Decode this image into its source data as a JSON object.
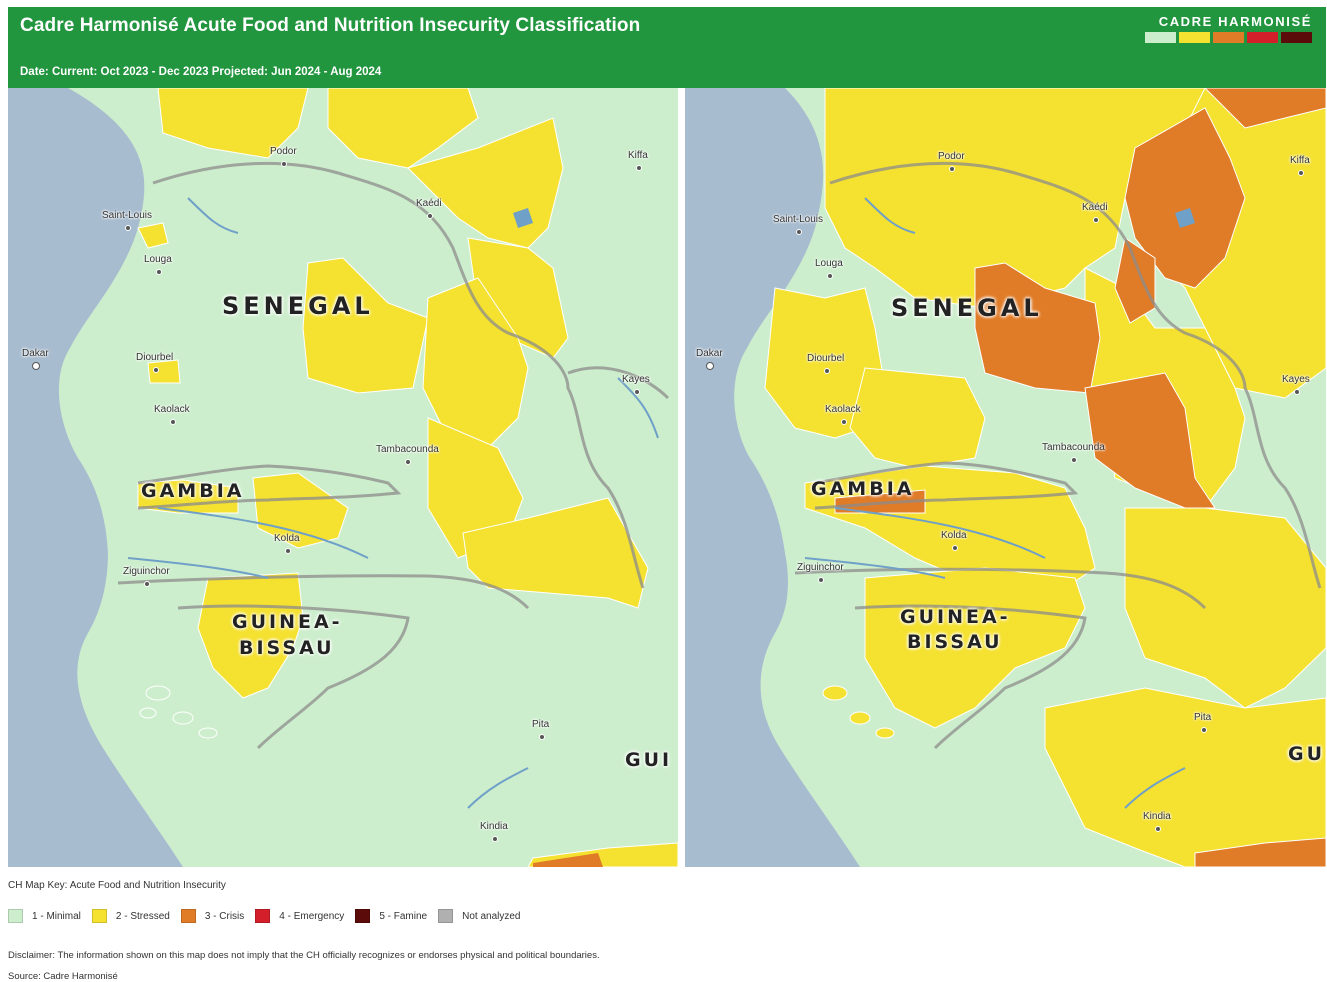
{
  "header": {
    "title": "Cadre Harmonisé Acute Food and Nutrition Insecurity Classification",
    "date": "Date: Current: Oct 2023 - Dec 2023 Projected: Jun 2024 - Aug 2024",
    "logo_text": "CADRE HARMONISÉ",
    "logo_swatch_colors": [
      "#cdeecd",
      "#f5e12f",
      "#e07b27",
      "#d21f2a",
      "#5c0b0b"
    ]
  },
  "maps": {
    "left": {
      "period": "current",
      "countries": [
        "SENEGAL",
        "GAMBIA",
        "GUINEA-",
        "BISSAU",
        "GUI"
      ],
      "cities": [
        "Podor",
        "Kiffa",
        "Kaédi",
        "Saint-Louis",
        "Louga",
        "Dakar",
        "Diourbel",
        "Kayes",
        "Kaolack",
        "Tambacounda",
        "Kolda",
        "Ziguinchor",
        "Pita",
        "Kindia"
      ]
    },
    "right": {
      "period": "projected",
      "countries": [
        "SENEGAL",
        "GAMBIA",
        "GUINEA-",
        "BISSAU",
        "GU"
      ],
      "cities": [
        "Podor",
        "Kiffa",
        "Kaédi",
        "Saint-Louis",
        "Louga",
        "Dakar",
        "Diourbel",
        "Kayes",
        "Kaolack",
        "Tambacounda",
        "Kolda",
        "Ziguinchor",
        "Pita",
        "Kindia"
      ]
    }
  },
  "legend": {
    "title": "CH Map Key: Acute Food and Nutrition Insecurity",
    "items": [
      {
        "label": "1 - Minimal",
        "color": "#cdeecd"
      },
      {
        "label": "2 - Stressed",
        "color": "#f5e12f"
      },
      {
        "label": "3 - Crisis",
        "color": "#e07b27"
      },
      {
        "label": "4 - Emergency",
        "color": "#d21f2a"
      },
      {
        "label": "5 - Famine",
        "color": "#5c0b0b"
      },
      {
        "label": "Not analyzed",
        "color": "#b0b0b0"
      }
    ]
  },
  "disclaimer": "Disclaimer: The information shown on this map does not imply that the CH officially recognizes or endorses physical and political boundaries.",
  "source": "Source: Cadre Harmonisé",
  "colors": {
    "header": "#22953f",
    "ocean": "#a8bccf",
    "minimal": "#cdeecd",
    "stressed": "#f5e12f",
    "crisis": "#e07b27"
  }
}
